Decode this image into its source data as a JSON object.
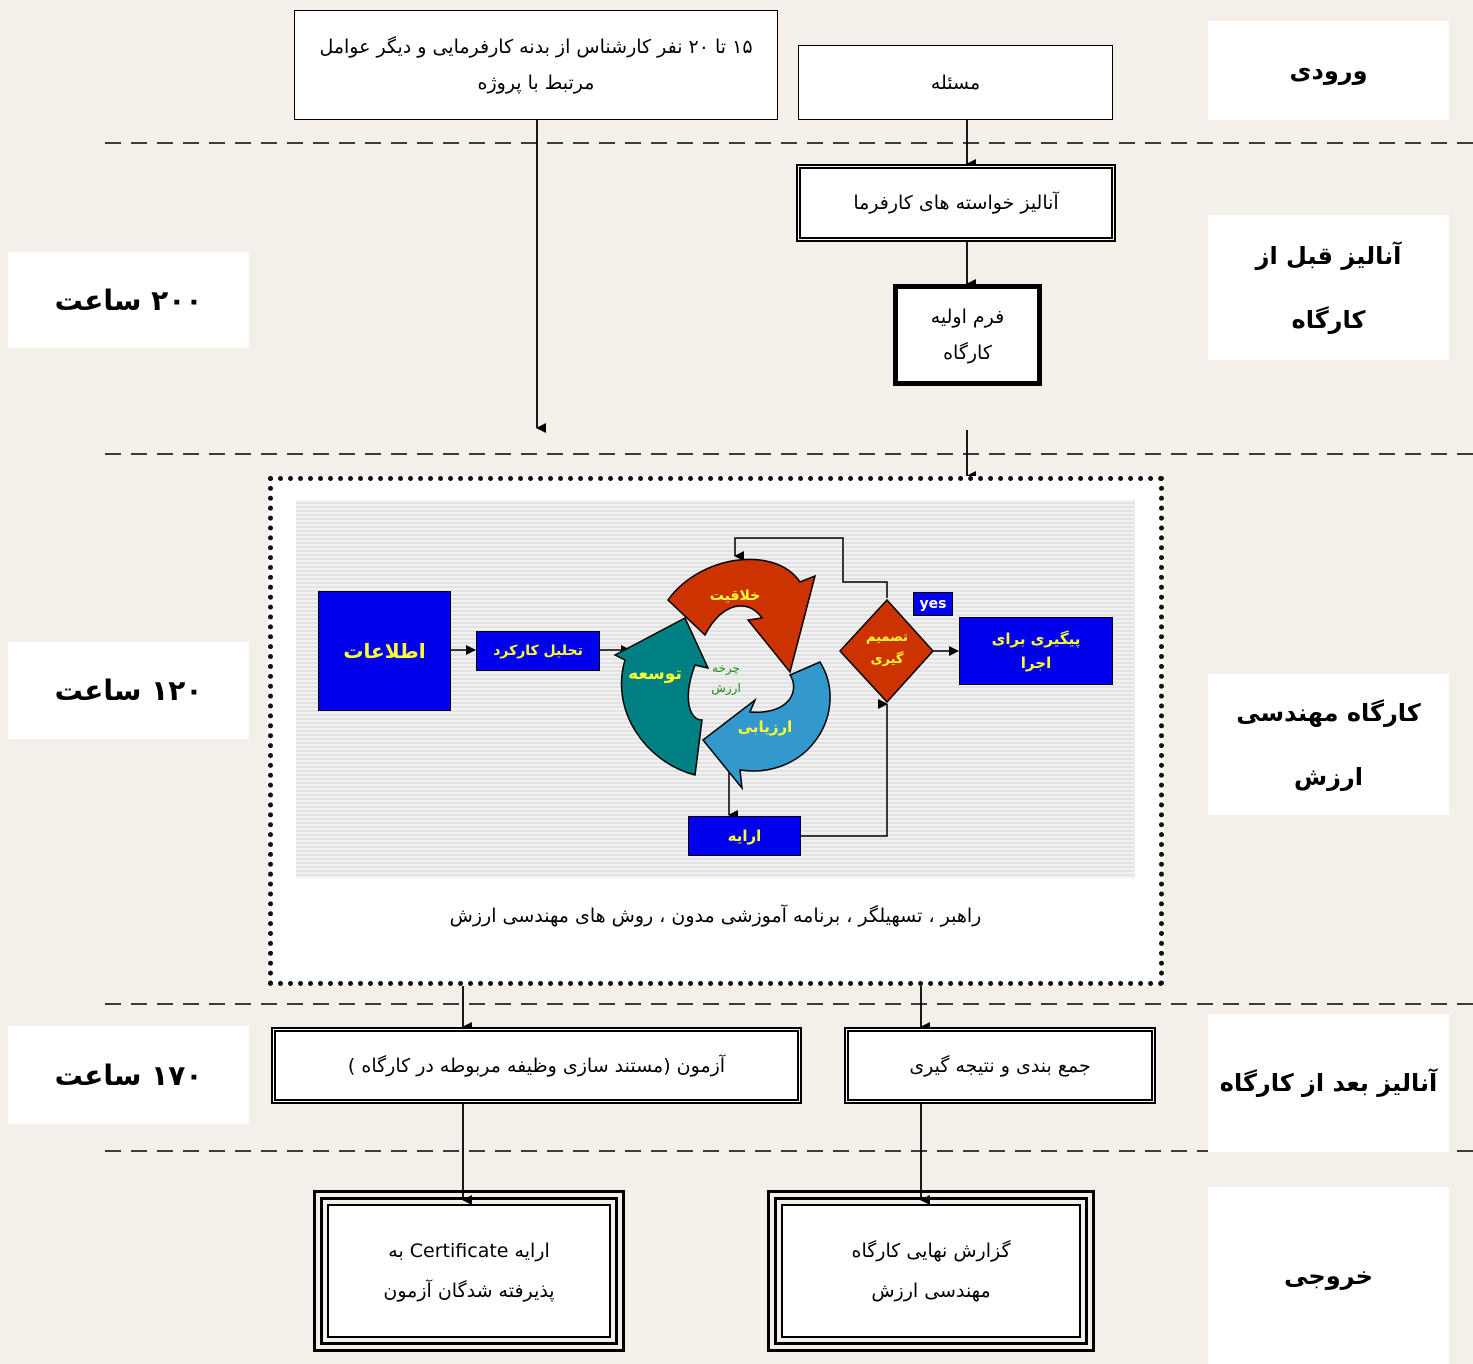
{
  "phases": {
    "input": "ورودی",
    "pre_analysis": "آنالیز قبل از کارگاه",
    "workshop": "کارگاه مهندسی ارزش",
    "post_analysis": "آنالیز بعد از کارگاه",
    "output": "خروجی"
  },
  "hours": {
    "pre": "۲۰۰ ساعت",
    "workshop": "۱۲۰ ساعت",
    "post": "۱۷۰ ساعت"
  },
  "boxes": {
    "experts": "۱۵ تا ۲۰ نفر کارشناس از بدنه کارفرمایی و دیگر عوامل مرتبط با پروژه",
    "problem": "مسئله",
    "client_needs": "آنالیز خواسته های کارفرما",
    "initial_form": "فرم اولیه کارگاه",
    "exam": "آزمون (مستند سازی وظیفه مربوطه در کارگاه )",
    "summary": "جمع بندی و نتیجه گیری",
    "certificate": "ارایه  Certificate به پذیرفته شدگان آزمون",
    "final_report": "گزارش نهایی کارگاه مهندسی ارزش"
  },
  "workshop": {
    "information": "اطلاعات",
    "function_analysis": "تحلیل کارکرد",
    "creativity": "خلاقیت",
    "development": "توسعه",
    "evaluation": "ارزیابی",
    "value_cycle": "چرخه ارزش",
    "decision": "تصمیم گیری",
    "yes": "yes",
    "follow_up": "پیگیری برای اجرا",
    "presentation": "ارایه",
    "caption": "راهبر ، تسهیلگر ، برنامه آموزشی مدون ، روش های مهندسی ارزش"
  },
  "colors": {
    "background": "#f4efe9",
    "blue_box": "#0000ee",
    "creativity": "#cc3300",
    "development": "#008080",
    "evaluation": "#3399cc",
    "decision": "#cc3300",
    "label_yellow": "#ffff33"
  }
}
